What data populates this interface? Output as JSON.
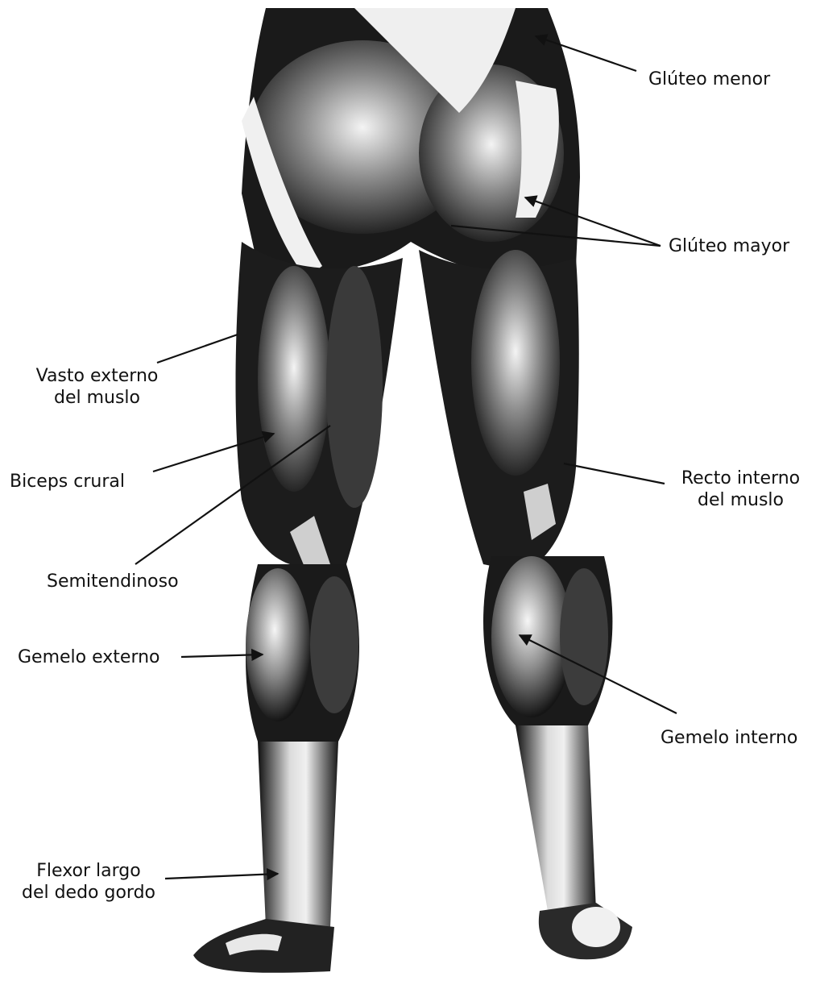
{
  "colors": {
    "background": "#ffffff",
    "ink": "#111111",
    "muscle_dark": "#141414",
    "muscle_mid": "#3a3a3a",
    "highlight": "#f2f2f2"
  },
  "labels": {
    "gluteo_menor": "Glúteo menor",
    "gluteo_mayor": "Glúteo mayor",
    "vasto_externo": {
      "line1": "Vasto externo",
      "line2": "del muslo"
    },
    "biceps_crural": "Biceps crural",
    "recto_interno": {
      "line1": "Recto interno",
      "line2": "del muslo"
    },
    "semitendinoso": "Semitendinoso",
    "gemelo_externo": "Gemelo externo",
    "gemelo_interno": "Gemelo interno",
    "flexor_largo": {
      "line1": "Flexor largo",
      "line2": "del dedo gordo"
    }
  }
}
